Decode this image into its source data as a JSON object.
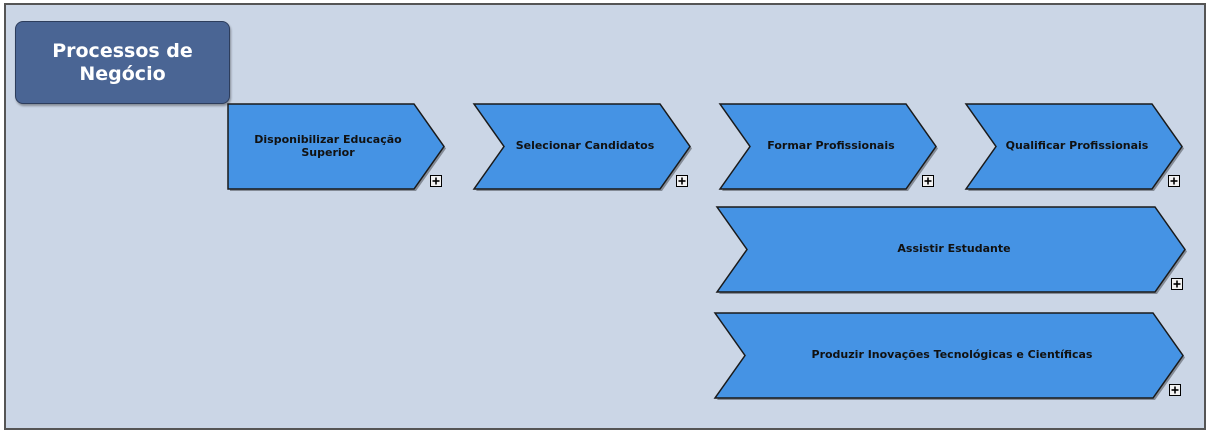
{
  "diagram": {
    "title": "Processos de Negócio",
    "colors": {
      "background": "#cbd6e6",
      "title_fill": "#4a6594",
      "process_fill": "#4593e4",
      "process_stroke": "#1a1a1a"
    },
    "processes": [
      {
        "label": "Disponibilizar Educação Superior",
        "expand_icon": "plus-box-icon"
      },
      {
        "label": "Selecionar Candidatos",
        "expand_icon": "plus-box-icon"
      },
      {
        "label": "Formar Profissionais",
        "expand_icon": "plus-box-icon"
      },
      {
        "label": "Qualificar Profissionais",
        "expand_icon": "plus-box-icon"
      },
      {
        "label": "Assistir Estudante",
        "expand_icon": "plus-box-icon"
      },
      {
        "label": "Produzir Inovações Tecnológicas e Científicas",
        "expand_icon": "plus-box-icon"
      }
    ]
  }
}
